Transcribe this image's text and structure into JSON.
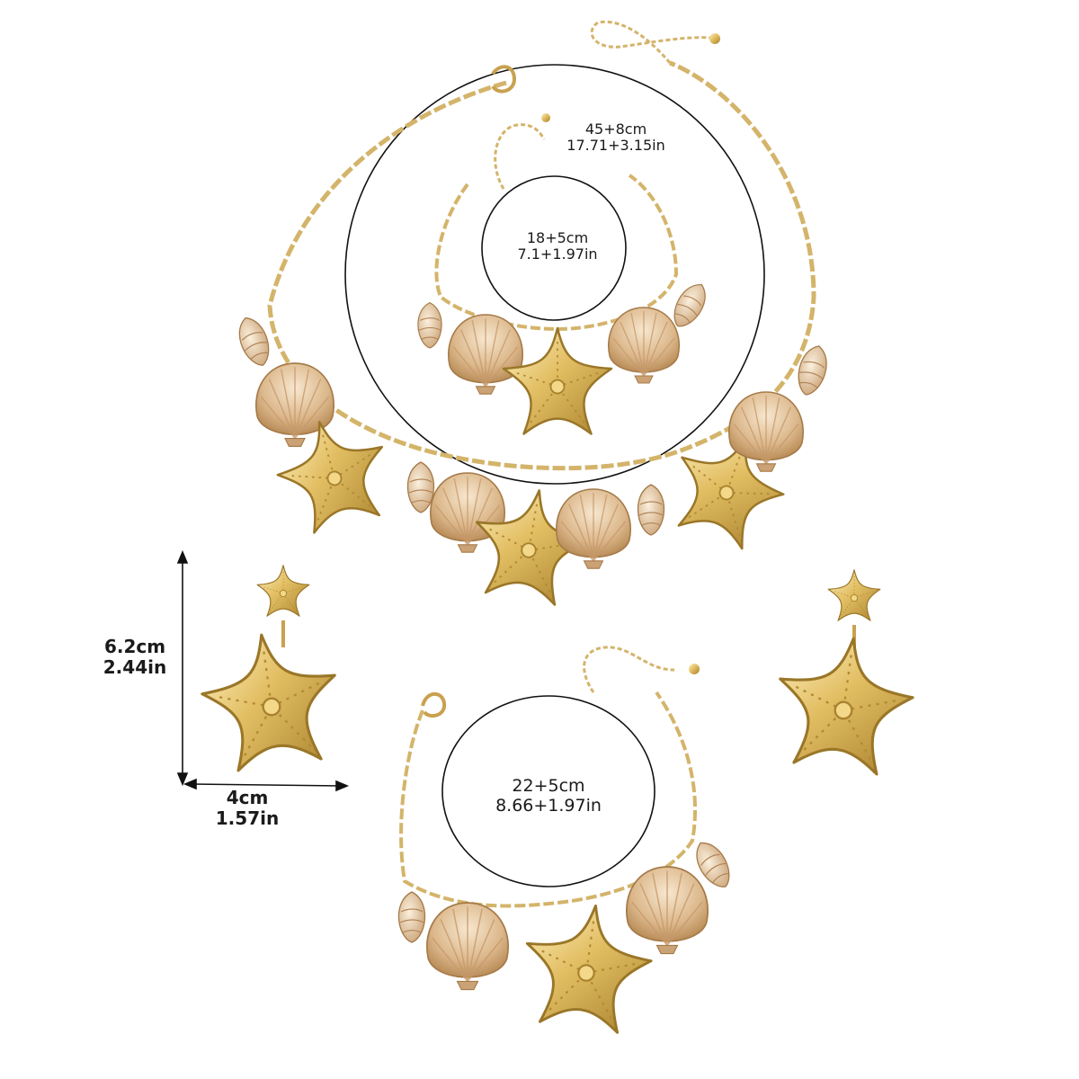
{
  "product": {
    "sets": [
      {
        "key": "necklace",
        "size_cm": "45+8cm",
        "size_in": "17.71+3.15in"
      },
      {
        "key": "bracelet",
        "size_cm": "18+5cm",
        "size_in": "7.1+1.97in"
      },
      {
        "key": "anklet",
        "size_cm": "22+5cm",
        "size_in": "8.66+1.97in"
      }
    ],
    "earring": {
      "height_cm": "6.2cm",
      "height_in": "2.44in",
      "width_cm": "4cm",
      "width_in": "1.57in"
    }
  },
  "colors": {
    "background": "#ffffff",
    "gold": "#d9b45a",
    "gold_dark": "#a8822e",
    "shell": "#e6c9a2",
    "shell_dark": "#b98a57",
    "guide_line": "#111111"
  },
  "icons": [
    "starfish-icon",
    "scallop-shell-icon",
    "conch-shell-icon",
    "chain-link-icon",
    "lobster-clasp-icon"
  ]
}
